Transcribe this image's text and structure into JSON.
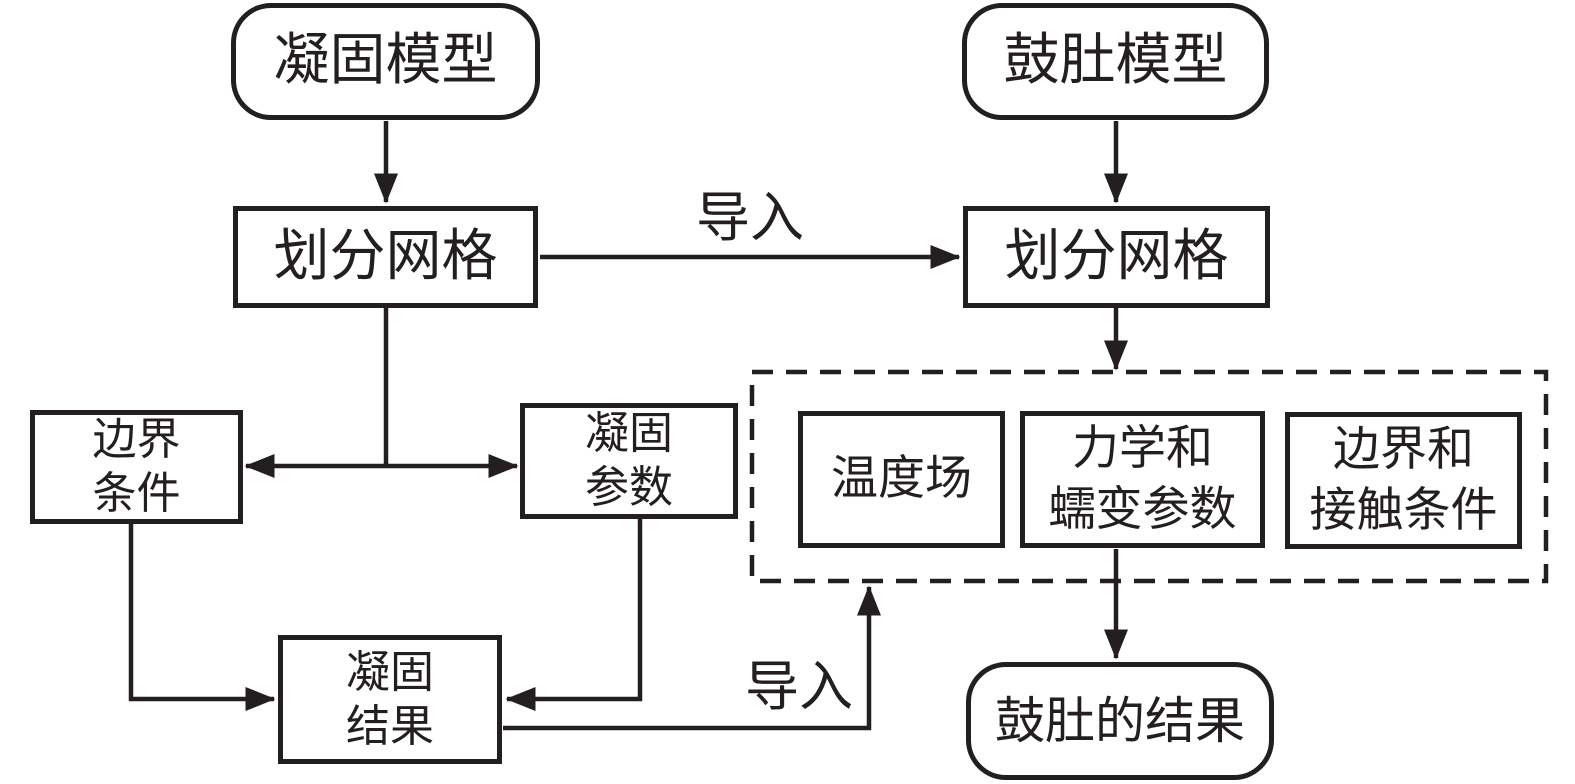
{
  "diagram": {
    "background": "#ffffff",
    "stroke_color": "#231f20",
    "nodes": {
      "solidification_model": "凝固模型",
      "mesh_left": "划分网格",
      "bulging_model": "鼓肚模型",
      "mesh_right": "划分网格",
      "boundary_conditions": "边界\n条件",
      "solidification_params": "凝固\n参数",
      "temperature_field": "温度场",
      "mechanics_creep_params": "力学和\n蠕变参数",
      "boundary_contact_conditions": "边界和\n接触条件",
      "solidification_results": "凝固\n结果",
      "bulging_results": "鼓肚的结果"
    },
    "edge_labels": {
      "import_top": "导入",
      "import_bottom": "导入"
    }
  }
}
